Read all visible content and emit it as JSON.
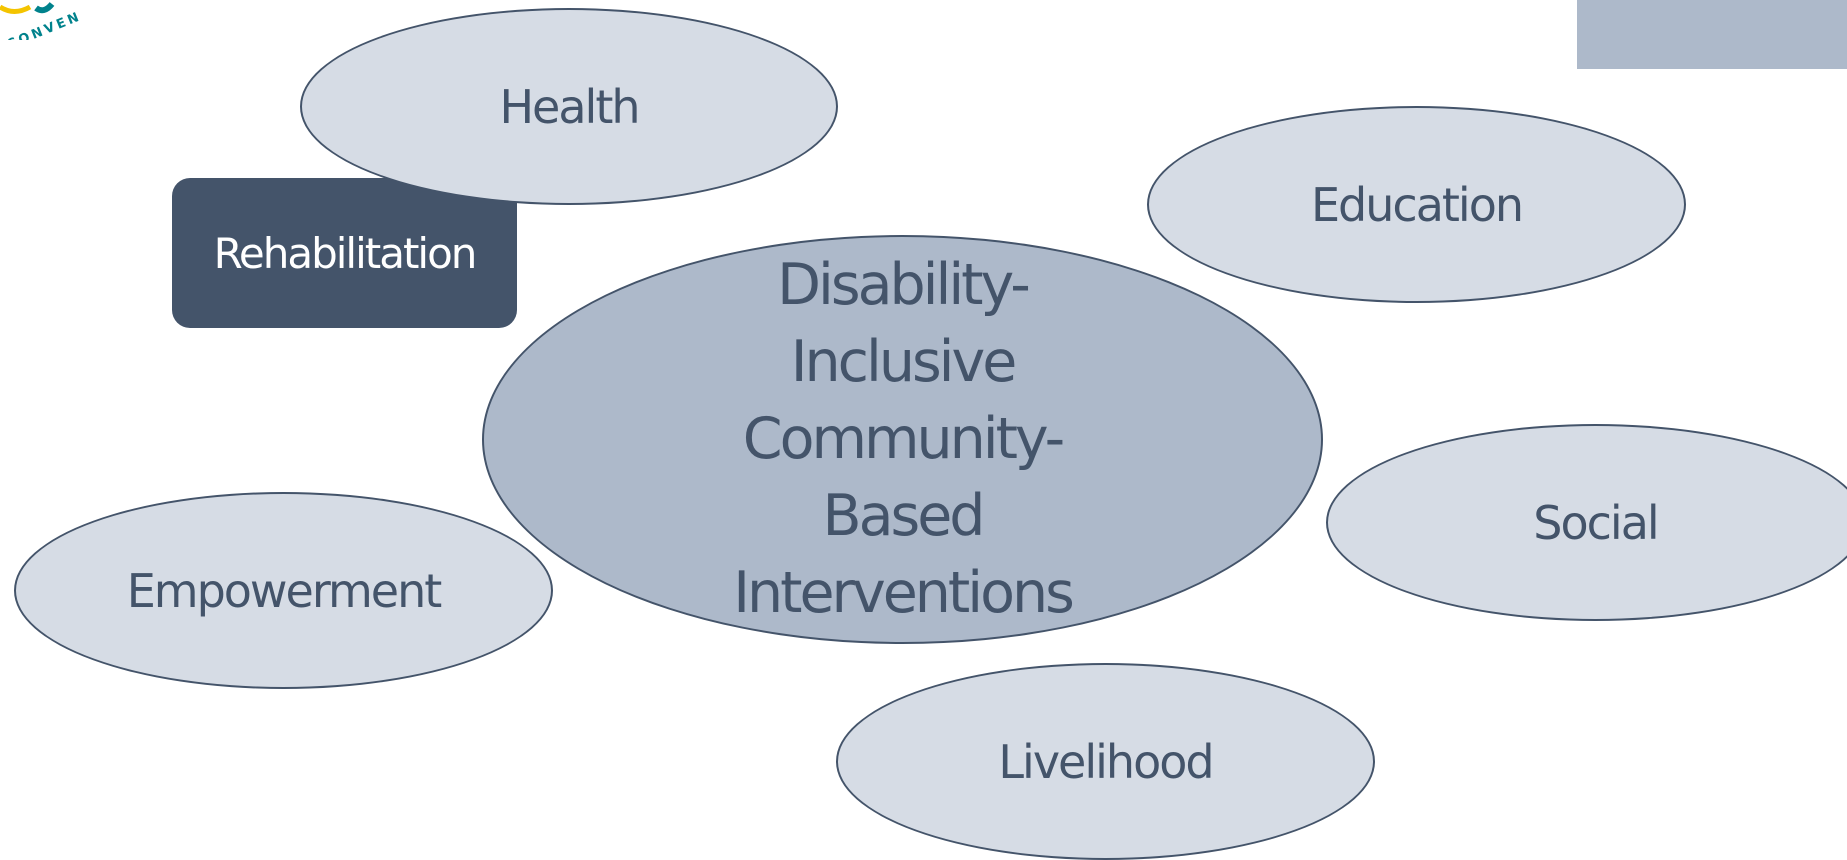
{
  "diagram": {
    "center": {
      "lines": [
        "Disability-Inclusive",
        "Community-Based",
        "Interventions"
      ]
    },
    "nodes": {
      "health": "Health",
      "education": "Education",
      "social": "Social",
      "empowerment": "Empowerment",
      "livelihood": "Livelihood",
      "rehabilitation": "Rehabilitation"
    },
    "logo_fragment_text": "CONVEN"
  },
  "colors": {
    "dark": "#44546a",
    "center_fill": "#adb9ca",
    "node_fill": "#d6dce5",
    "accent_yellow": "#f4c400",
    "accent_teal": "#00828c"
  }
}
